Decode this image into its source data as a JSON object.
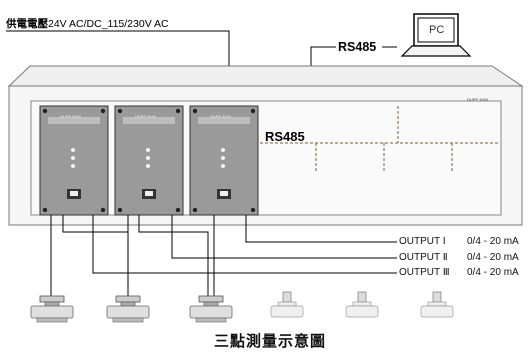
{
  "power": {
    "prefix": "供電電壓",
    "text": "24V AC/DC_115/230V AC"
  },
  "pc_label": "PC",
  "rs485_top": "RS485",
  "rs485_mid": "RS485",
  "rack_brand": "HUPP 3000",
  "modules": [
    {
      "label": "HUPP 3000"
    },
    {
      "label": "HUPP 3000"
    },
    {
      "label": "HUPP 3000"
    }
  ],
  "outputs": [
    {
      "label": "OUTPUT Ⅰ",
      "range": "0/4 - 20 mA"
    },
    {
      "label": "OUTPUT Ⅱ",
      "range": "0/4 - 20 mA"
    },
    {
      "label": "OUTPUT Ⅲ",
      "range": "0/4 - 20 mA"
    }
  ],
  "sensor_count": 6,
  "caption": "三點測量示意圖",
  "colors": {
    "line": "#000000",
    "dashed": "#8b5a2b",
    "module": "#9a9a9a",
    "rack": "#f2f2f2"
  }
}
